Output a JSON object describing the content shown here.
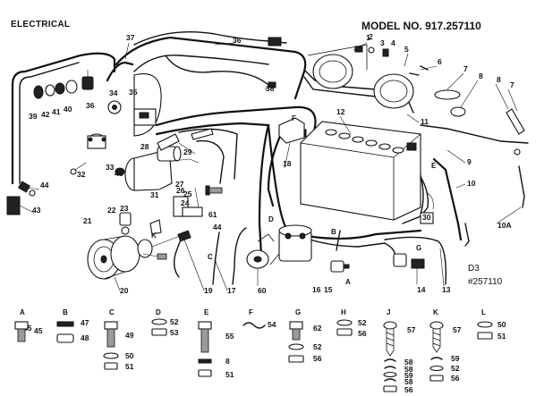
{
  "header": {
    "title": "ELECTRICAL",
    "model": "MODEL NO. 917.257110",
    "code_line1": "D3",
    "code_line2": "#257110"
  },
  "callouts": [
    "1",
    "2",
    "3",
    "4",
    "5",
    "6",
    "7",
    "8",
    "7",
    "8",
    "9",
    "10",
    "10A",
    "11",
    "12",
    "13",
    "14",
    "15",
    "16",
    "17",
    "18",
    "19",
    "20",
    "21",
    "22",
    "23",
    "24",
    "25",
    "26",
    "27",
    "28",
    "29",
    "30",
    "31",
    "32",
    "33",
    "34",
    "35",
    "36",
    "37",
    "38",
    "39",
    "42",
    "41",
    "40",
    "36",
    "43",
    "44",
    "44",
    "45",
    "46",
    "60",
    "61",
    "E",
    "F",
    "D",
    "C",
    "K",
    "G",
    "A",
    "B"
  ],
  "hardware_groups": [
    {
      "letter": "A",
      "parts": [
        "45"
      ]
    },
    {
      "letter": "B",
      "parts": [
        "47",
        "48"
      ]
    },
    {
      "letter": "C",
      "parts": [
        "49",
        "50",
        "51"
      ]
    },
    {
      "letter": "D",
      "parts": [
        "52",
        "53"
      ]
    },
    {
      "letter": "E",
      "parts": [
        "55",
        "8",
        "51"
      ]
    },
    {
      "letter": "F",
      "parts": [
        "54"
      ]
    },
    {
      "letter": "G",
      "parts": [
        "62",
        "52",
        "56"
      ]
    },
    {
      "letter": "H",
      "parts": [
        "52",
        "56"
      ]
    },
    {
      "letter": "J",
      "parts": [
        "57",
        "58",
        "58",
        "59",
        "58",
        "56"
      ]
    },
    {
      "letter": "K",
      "parts": [
        "57",
        "59",
        "52",
        "56"
      ]
    },
    {
      "letter": "L",
      "parts": [
        "50",
        "51"
      ]
    }
  ]
}
